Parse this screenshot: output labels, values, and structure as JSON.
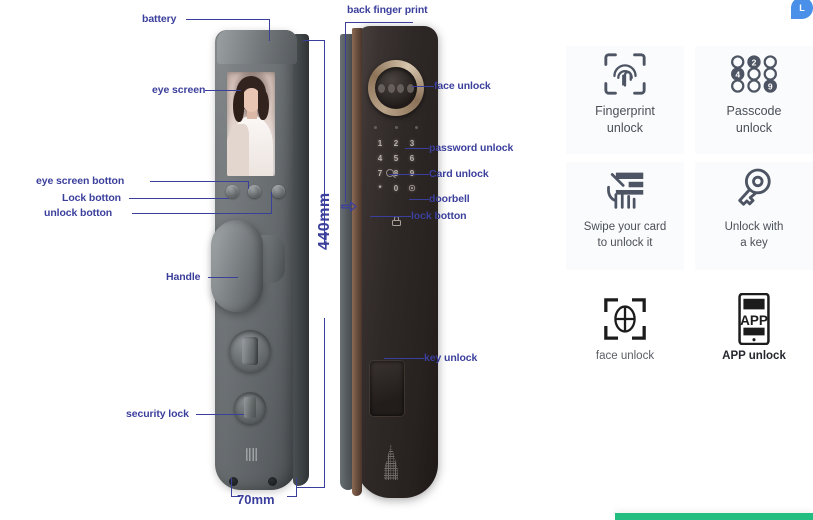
{
  "diagram": {
    "title_hidden": "",
    "annotation_color": "#3b3f9c",
    "labels": {
      "battery": "battery",
      "eye_screen": "eye screen",
      "eye_screen_botton": "eye screen botton",
      "lock_botton": "Lock botton",
      "unlock_botton": "unlock botton",
      "handle": "Handle",
      "security_lock": "security lock",
      "back_finger_print": "back finger print",
      "face_unlock": "face unlock",
      "password_unlock": "password unlock",
      "card_unlock": "Card  unlock",
      "doorbell": "doorbell",
      "lock_botton_right": "lock botton",
      "key_unlock": "key unlock"
    },
    "dimensions": {
      "height": "440mm",
      "width": "70mm"
    },
    "keypad": {
      "rows": [
        [
          "1",
          "2",
          "3"
        ],
        [
          "4",
          "5",
          "6"
        ],
        [
          "7",
          "8",
          "9"
        ],
        [
          "*",
          "0",
          ""
        ]
      ]
    }
  },
  "features": {
    "items": [
      {
        "icon": "fingerprint-scan-icon",
        "label": "Fingerprint\nunlock",
        "line1": "Fingerprint",
        "line2": "unlock"
      },
      {
        "icon": "passcode-keypad-icon",
        "label": "Passcode\nunlock",
        "line1": "Passcode",
        "line2": "unlock"
      },
      {
        "icon": "swipe-card-icon",
        "label": "Swipe your card\nto unlock it",
        "line1": "Swipe your card",
        "line2": "to unlock it"
      },
      {
        "icon": "key-icon",
        "label": "Unlock with\na key",
        "line1": "Unlock with",
        "line2": "a key"
      },
      {
        "icon": "face-scan-icon",
        "label": "face unlock",
        "line1": "face unlock",
        "line2": ""
      },
      {
        "icon": "app-phone-icon",
        "label": "APP unlock",
        "line1": "APP unlock",
        "line2": ""
      }
    ],
    "passcode_digits": {
      "d2": "2",
      "d4": "4",
      "d9": "9"
    },
    "app_text": "APP",
    "icon_color": "#4d5463"
  },
  "chrome": {
    "badge_label": "L",
    "badge_color": "#4a90e8",
    "accent_bar_color": "#22bd80"
  }
}
